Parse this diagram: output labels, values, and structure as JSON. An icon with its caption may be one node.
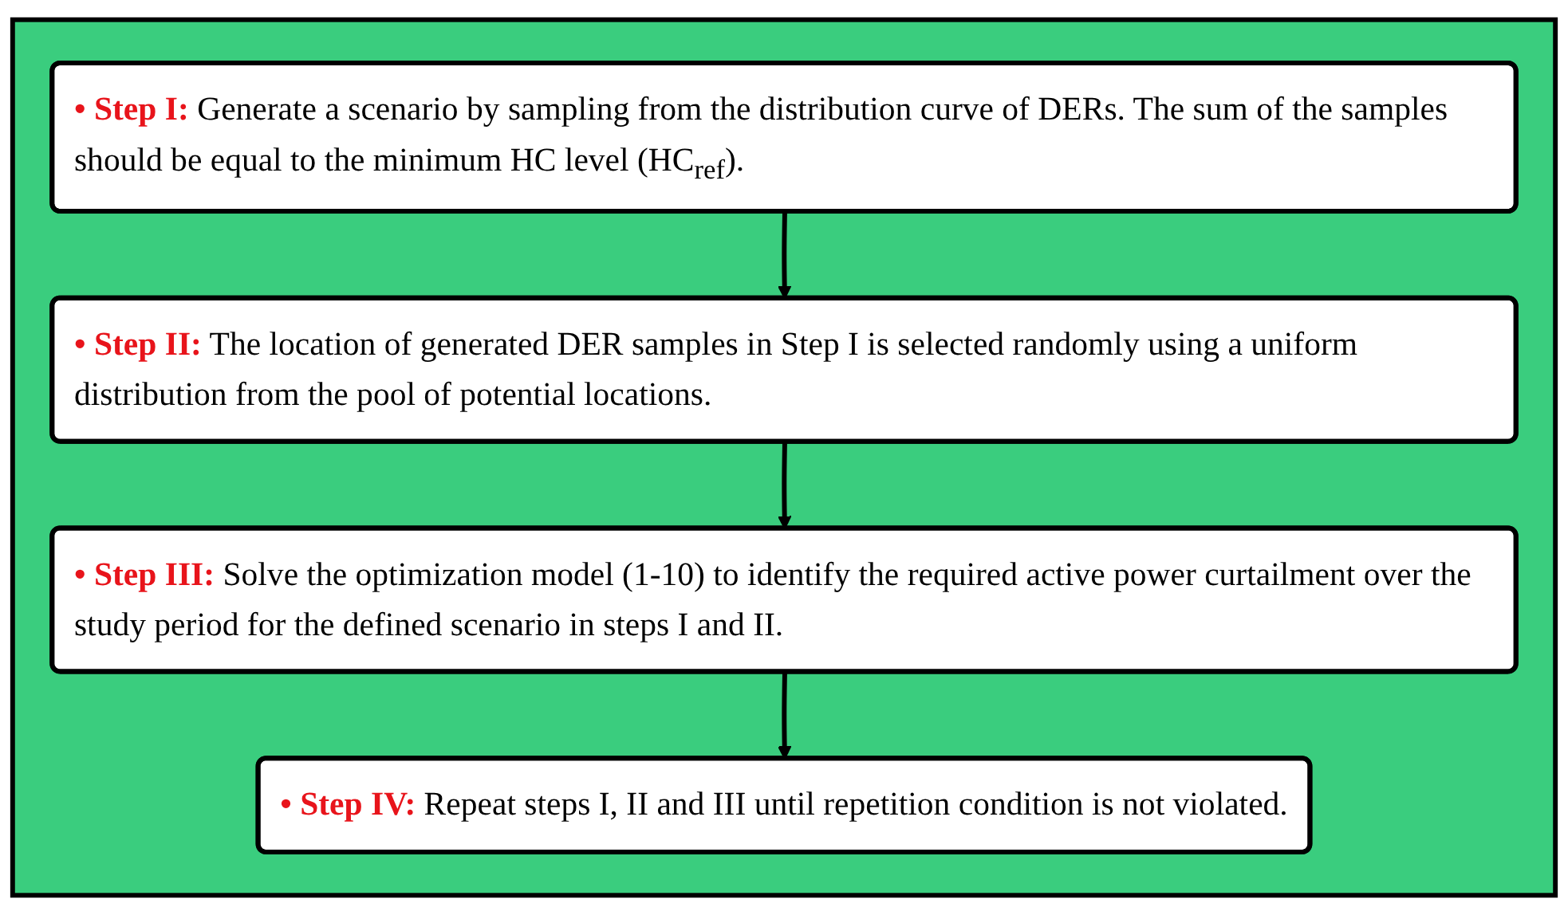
{
  "diagram": {
    "nodes": [
      {
        "text": [],
        "shape": "box"
      },
      {
        "text": [
          "• Step I:",
          "Generate a scenario by sampling from the distribution curve of DERs. The sum of the samples should be equal to the minimum HC level (HC$_{ref}$)."
        ],
        "in": 0
      },
      {
        "text": [
          "• Step II:",
          "The location of generated DER samples in Step I is selected randomly using a uniform distribution from the pool of potential locations."
        ],
        "in": 0
      },
      {
        "text": [
          "• Step III:",
          "Solve the optimization model (1-10) to identify the required active power curtailment over the study period for the defined scenario in steps I and II."
        ],
        "in": 0
      },
      {
        "text": [
          "• Step IV:",
          "Repeat steps I, II and III until repetition condition is not violated."
        ],
        "in": 0
      }
    ],
    "edges": [
      {
        "from": 1,
        "to": 2,
        "arrow": "to"
      },
      {
        "from": 2,
        "to": 3,
        "arrow": "to"
      },
      {
        "from": 3,
        "to": 4,
        "arrow": "to"
      }
    ]
  }
}
